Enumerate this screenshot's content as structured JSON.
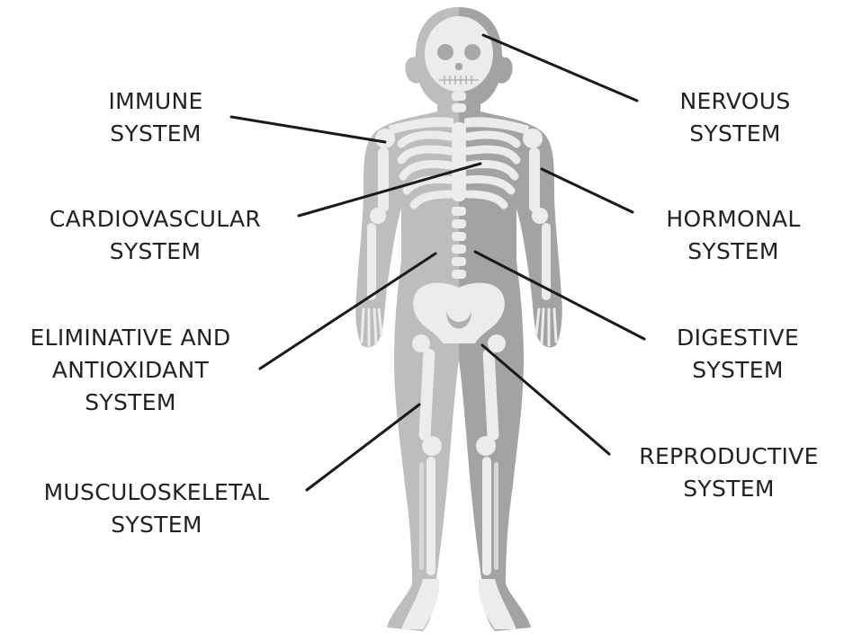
{
  "colors": {
    "body_dark": "#9c9c9c",
    "body_light": "#b9b9b9",
    "bone": "#ececec",
    "bone_shade": "#dcdcdc",
    "leader": "#1a1a1a",
    "text": "#222222"
  },
  "labels": {
    "immune": [
      "IMMUNE",
      "SYSTEM"
    ],
    "cardiovascular": [
      "CARDIOVASCULAR",
      "SYSTEM"
    ],
    "eliminative": [
      "ELIMINATIVE AND",
      "ANTIOXIDANT",
      "SYSTEM"
    ],
    "musculoskeletal": [
      "MUSCULOSKELETAL",
      "SYSTEM"
    ],
    "nervous": [
      "NERVOUS",
      "SYSTEM"
    ],
    "hormonal": [
      "HORMONAL",
      "SYSTEM"
    ],
    "digestive": [
      "DIGESTIVE",
      "SYSTEM"
    ],
    "reproductive": [
      "REPRODUCTIVE",
      "SYSTEM"
    ]
  }
}
